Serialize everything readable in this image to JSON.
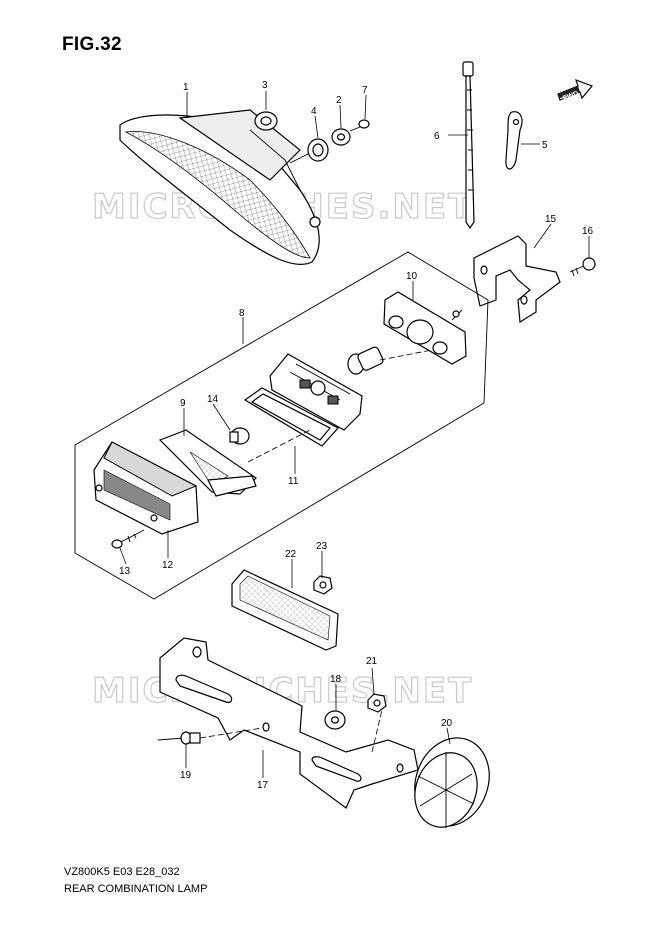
{
  "figure": {
    "title": "FIG.32",
    "code": "VZ800K5 E03 E28_032",
    "name": "REAR COMBINATION LAMP"
  },
  "watermark": "MICROFICHES.NET",
  "fwd_label": "FWD",
  "callouts": {
    "p1": "1",
    "p2": "2",
    "p3": "3",
    "p4": "4",
    "p5": "5",
    "p6": "6",
    "p7": "7",
    "p8": "8",
    "p9": "9",
    "p10": "10",
    "p11": "11",
    "p12": "12",
    "p13": "13",
    "p14": "14",
    "p15": "15",
    "p16": "16",
    "p17": "17",
    "p18": "18",
    "p19": "19",
    "p20": "20",
    "p21": "21",
    "p22": "22",
    "p23": "23"
  }
}
